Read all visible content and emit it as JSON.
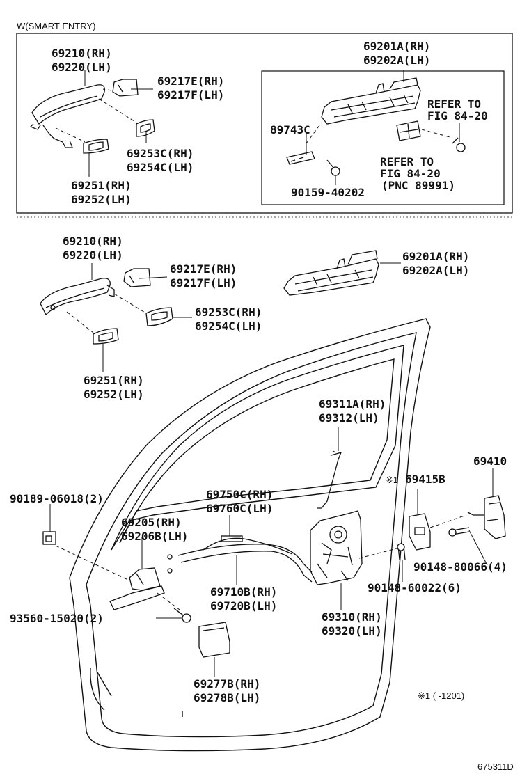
{
  "inset": {
    "title": "W(SMART ENTRY)",
    "labels": {
      "handle": [
        "69210(RH)",
        "69220(LH)"
      ],
      "cover": [
        "69217E(RH)",
        "69217F(LH)"
      ],
      "pad_upper": [
        "69253C(RH)",
        "69254C(LH)"
      ],
      "pad_lower": [
        "69251(RH)",
        "69252(LH)"
      ],
      "frame": [
        "69201A(RH)",
        "69202A(LH)"
      ],
      "clip": "89743C",
      "refer1": [
        "REFER TO",
        "FIG 84-20"
      ],
      "refer2": [
        "REFER TO",
        "FIG 84-20",
        "(PNC 89991)"
      ],
      "screw": "90159-40202"
    }
  },
  "main": {
    "labels": {
      "handle": [
        "69210(RH)",
        "69220(LH)"
      ],
      "cover": [
        "69217E(RH)",
        "69217F(LH)"
      ],
      "frame": [
        "69201A(RH)",
        "69202A(LH)"
      ],
      "pad_upper": [
        "69253C(RH)",
        "69254C(LH)"
      ],
      "pad_lower": [
        "69251(RH)",
        "69252(LH)"
      ],
      "rod": [
        "69311A(RH)",
        "69312(LH)"
      ],
      "striker": "69410",
      "shim_mark": "※1",
      "shim": "69415B",
      "clip_small": "90189-06018(2)",
      "cable_upper": [
        "69750C(RH)",
        "69760C(LH)"
      ],
      "inner_handle": [
        "69205(RH)",
        "69206B(LH)"
      ],
      "cable_lower": [
        "69710B(RH)",
        "69720B(LH)"
      ],
      "screw_striker": "90148-80066(4)",
      "screw_lock": "90148-60022(6)",
      "lock": [
        "69310(RH)",
        "69320(LH)"
      ],
      "screw_handle": "93560-15020(2)",
      "bezel": [
        "69277B(RH)",
        "69278B(LH)"
      ]
    },
    "footnote": "※1 (      -1201)",
    "diagram_id": "675311D"
  }
}
